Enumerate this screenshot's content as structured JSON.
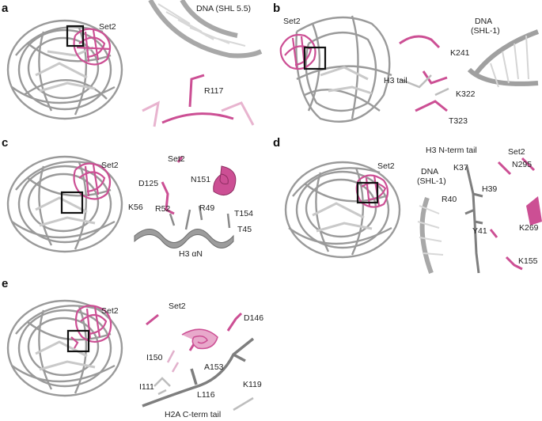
{
  "colors": {
    "protein_set2": "#cc4f94",
    "histone": "#9a9a9a",
    "dna": "#b8b8b8",
    "box": "#111111"
  },
  "panels": {
    "a": {
      "label": "a",
      "overview_label": "Set2",
      "zoom_labels": [
        "DNA (SHL 5.5)",
        "R117"
      ]
    },
    "b": {
      "label": "b",
      "overview_label": "Set2",
      "zoom_labels": [
        "DNA",
        "(SHL-1)",
        "K241",
        "H3 tail",
        "K322",
        "T323"
      ]
    },
    "c": {
      "label": "c",
      "overview_label": "Set2",
      "zoom_labels": [
        "Set2",
        "D125",
        "N151",
        "T154",
        "K56",
        "R52",
        "R49",
        "T45",
        "H3 αN"
      ]
    },
    "d": {
      "label": "d",
      "overview_label": "Set2",
      "zoom_labels": [
        "H3 N-term tail",
        "Set2",
        "K37",
        "N295",
        "DNA",
        "(SHL-1)",
        "H39",
        "R40",
        "K269",
        "Y41",
        "K155"
      ]
    },
    "e": {
      "label": "e",
      "overview_label": "Set2",
      "zoom_labels": [
        "Set2",
        "D146",
        "I150",
        "A153",
        "K119",
        "I111",
        "L116",
        "H2A C-term tail"
      ]
    }
  }
}
